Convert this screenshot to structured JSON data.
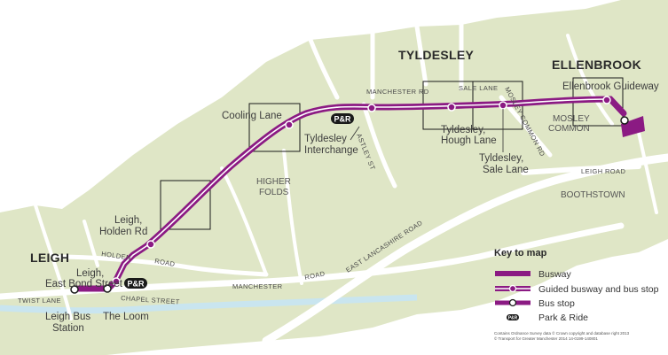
{
  "towns": {
    "tyldesley": "TYLDESLEY",
    "ellenbrook": "ELLENBROOK",
    "leigh": "LEIGH"
  },
  "areas": {
    "higher_folds_1": "HIGHER",
    "higher_folds_2": "FOLDS",
    "mosley_common_1": "MOSLEY",
    "mosley_common_2": "COMMON",
    "boothstown": "BOOTHSTOWN"
  },
  "stops": {
    "cooling_lane": "Cooling Lane",
    "tyldesley_interchange_1": "Tyldesley",
    "tyldesley_interchange_2": "Interchange",
    "hough_lane_1": "Tyldesley,",
    "hough_lane_2": "Hough Lane",
    "sale_lane_stop_1": "Tyldesley,",
    "sale_lane_stop_2": "Sale Lane",
    "ellenbrook_guideway": "Ellenbrook Guideway",
    "holden_rd_1": "Leigh,",
    "holden_rd_2": "Holden Rd",
    "east_bond_1": "Leigh,",
    "east_bond_2": "East Bond Street",
    "leigh_bus_1": "Leigh Bus",
    "leigh_bus_2": "Station",
    "the_loom": "The Loom"
  },
  "roads": {
    "manchester_rd": "MANCHESTER RD",
    "sale_lane": "SALE LANE",
    "mosley_common_rd": "MOSLEY COMMON RD",
    "astley_st": "ASTLEY ST",
    "leigh_road": "LEIGH ROAD",
    "east_lancashire_road": "EAST LANCASHIRE ROAD",
    "manchester_road_1": "MANCHESTER",
    "manchester_road_2": "ROAD",
    "holden_1": "HOLDEN",
    "holden_2": "ROAD",
    "twist_lane": "TWIST LANE",
    "chapel_street": "CHAPEL STREET"
  },
  "park_ride": "P&R",
  "key": {
    "title": "Key to map",
    "busway": "Busway",
    "guided": "Guided busway and bus stop",
    "bus_stop": "Bus stop",
    "park_ride": "Park & Ride",
    "pr_symbol": "P&R"
  },
  "credits": {
    "line1": "Contains Ordnance Survey data © Crown copyright and database right 2013",
    "line2": "© Transport for Greater Manchester 2014 14-0199-140801"
  },
  "colors": {
    "land": "#dfe6c6",
    "road": "#ffffff",
    "water": "#c9e5ef",
    "busway": "#8b1a83",
    "stop_ring": "#ffffff"
  }
}
